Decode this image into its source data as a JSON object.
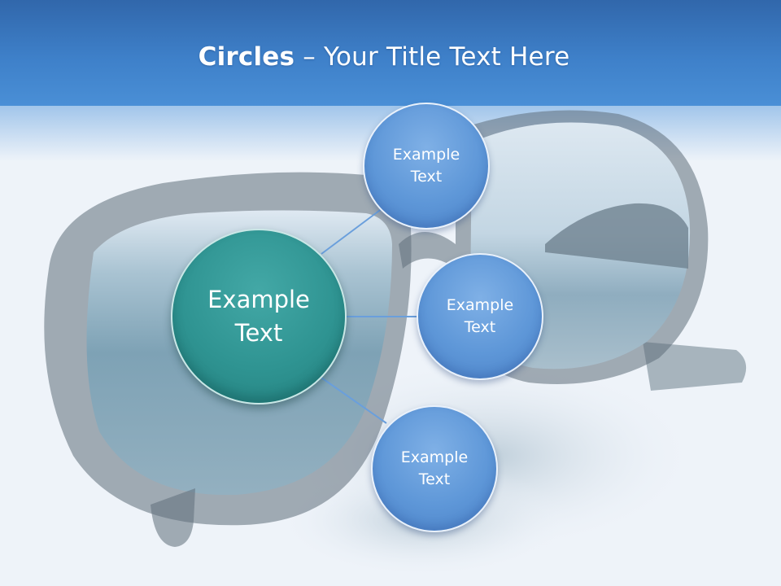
{
  "slide": {
    "title_bold": "Circles",
    "title_rest": " – Your Title Text Here"
  },
  "diagram": {
    "center": {
      "line1": "Example",
      "line2": "Text"
    },
    "nodes": [
      {
        "line1": "Example",
        "line2": "Text"
      },
      {
        "line1": "Example",
        "line2": "Text"
      },
      {
        "line1": "Example",
        "line2": "Text"
      }
    ]
  },
  "colors": {
    "header_blue": "#3f7fc8",
    "center_teal": "#2f9492",
    "node_blue": "#5e97d8",
    "connector": "#6a9fdc"
  }
}
